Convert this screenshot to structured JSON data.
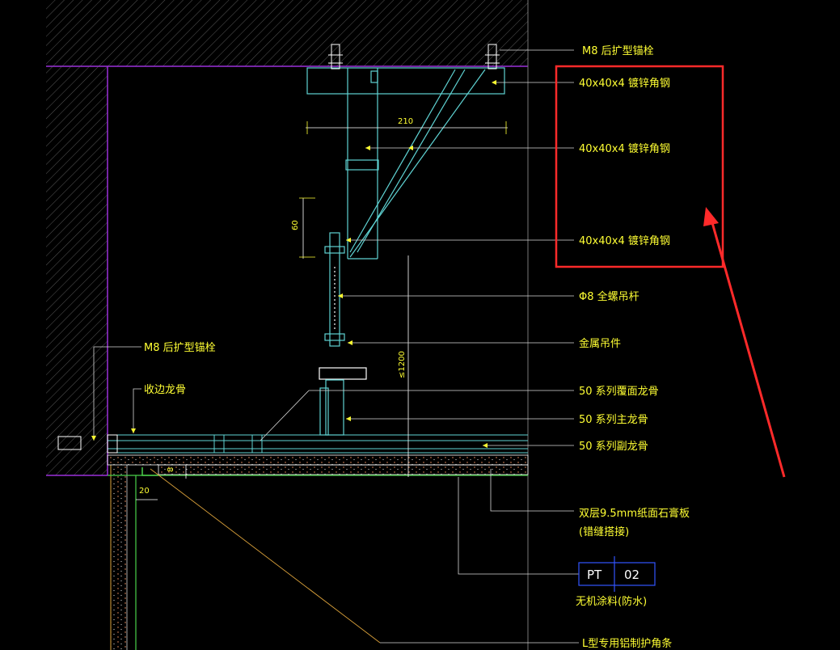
{
  "labels": {
    "anchor_top": "M8 后扩型锚栓",
    "angle1": "40x40x4 镀锌角钢",
    "angle2": "40x40x4 镀锌角钢",
    "angle3": "40x40x4 镀锌角钢",
    "rod": "Φ8 全螺吊杆",
    "hanger": "金属吊件",
    "anchor_left": "M8 后扩型锚栓",
    "edge_keel": "收边龙骨",
    "cover_keel": "50 系列覆面龙骨",
    "main_keel": "50 系列主龙骨",
    "sub_keel": "50 系列副龙骨",
    "gypsum_line1": "双层9.5mm纸面石膏板",
    "gypsum_line2": "(错缝搭接)",
    "paint": "无机涂料(防水)",
    "l_corner": "L型专用铝制护角条"
  },
  "dimensions": {
    "d210": "210",
    "d60": "60",
    "d1200": "≤1200",
    "d20": "20",
    "d8": "8"
  },
  "tag": {
    "left": "PT",
    "right": "02"
  },
  "colors": {
    "background": "#000000",
    "text": "#ffff33",
    "steel": "#5fd3d3",
    "wall_edge": "#9b30d9",
    "highlight": "#ff2a2a",
    "leader": "#d9a03a",
    "tag_box": "#3355ff",
    "hatch": "#7a7a7a"
  }
}
